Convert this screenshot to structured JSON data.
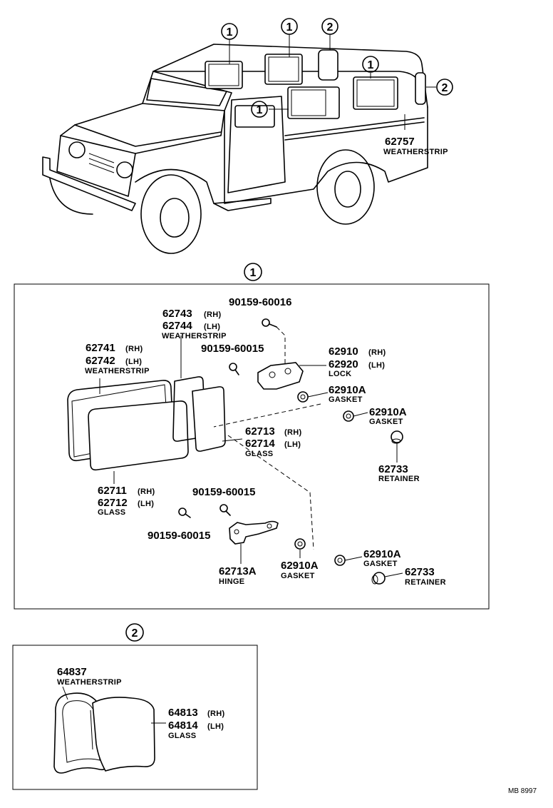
{
  "callouts": {
    "one": "1",
    "two": "2"
  },
  "vehicle": {
    "weatherstrip_part": "62757",
    "weatherstrip_name": "WEATHERSTRIP"
  },
  "panel1": {
    "ws_rh_a": "62743",
    "ws_rh_a_side": "(RH)",
    "ws_lh_a": "62744",
    "ws_lh_a_side": "(LH)",
    "ws_a_name": "WEATHERSTRIP",
    "bolt_top": "90159-60016",
    "bolt_mid": "90159-60015",
    "ws_rh_b": "62741",
    "ws_rh_b_side": "(RH)",
    "ws_lh_b": "62742",
    "ws_lh_b_side": "(LH)",
    "ws_b_name": "WEATHERSTRIP",
    "lock_rh": "62910",
    "lock_rh_side": "(RH)",
    "lock_lh": "62920",
    "lock_lh_side": "(LH)",
    "lock_name": "LOCK",
    "gasket1": "62910A",
    "gasket1_name": "GASKET",
    "gasket2": "62910A",
    "gasket2_name": "GASKET",
    "glass_sm_rh": "62713",
    "glass_sm_rh_side": "(RH)",
    "glass_sm_lh": "62714",
    "glass_sm_lh_side": "(LH)",
    "glass_sm_name": "GLASS",
    "retainer1": "62733",
    "retainer1_name": "RETAINER",
    "glass_lg_rh": "62711",
    "glass_lg_rh_side": "(RH)",
    "glass_lg_lh": "62712",
    "glass_lg_lh_side": "(LH)",
    "glass_lg_name": "GLASS",
    "bolt_hinge_top": "90159-60015",
    "bolt_hinge_left": "90159-60015",
    "hinge": "62713A",
    "hinge_name": "HINGE",
    "gasket3": "62910A",
    "gasket3_name": "GASKET",
    "gasket4": "62910A",
    "gasket4_name": "GASKET",
    "retainer2": "62733",
    "retainer2_name": "RETAINER"
  },
  "panel2": {
    "ws": "64837",
    "ws_name": "WEATHERSTRIP",
    "glass_rh": "64813",
    "glass_rh_side": "(RH)",
    "glass_lh": "64814",
    "glass_lh_side": "(LH)",
    "glass_name": "GLASS"
  },
  "footer": {
    "ref": "MB 8997"
  }
}
